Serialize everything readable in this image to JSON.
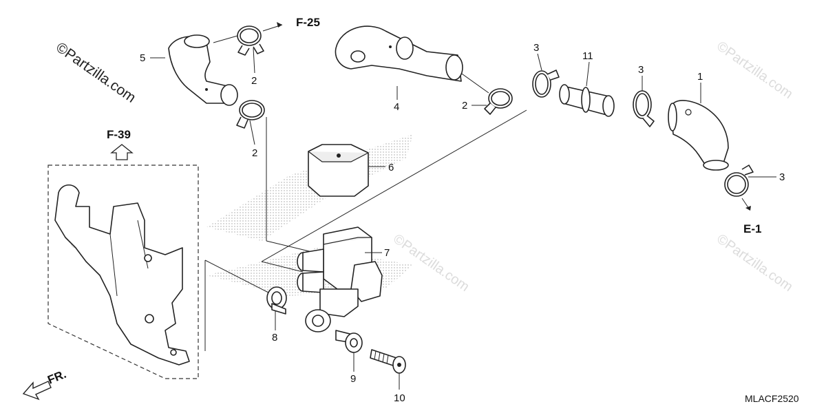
{
  "watermarks": {
    "main": "©Partzilla.com",
    "faint": "©Partzilla.com"
  },
  "refs": {
    "f25": "F-25",
    "f39": "F-39",
    "e1": "E-1",
    "fr": "FR."
  },
  "diagram_code": "MLACF2520",
  "callouts": [
    {
      "id": "clip-upper",
      "label": "2"
    },
    {
      "id": "clip-mid-left",
      "label": "2"
    },
    {
      "id": "clip-mid-right",
      "label": "2"
    },
    {
      "id": "band-left",
      "label": "3"
    },
    {
      "id": "band-mid",
      "label": "3"
    },
    {
      "id": "band-right",
      "label": "3"
    },
    {
      "id": "elbow-tube",
      "label": "1"
    },
    {
      "id": "hose-left",
      "label": "5"
    },
    {
      "id": "hose-right",
      "label": "4"
    },
    {
      "id": "joint-pipe",
      "label": "11"
    },
    {
      "id": "cover",
      "label": "6"
    },
    {
      "id": "solenoid-valve",
      "label": "7"
    },
    {
      "id": "grommet",
      "label": "8"
    },
    {
      "id": "collar",
      "label": "9"
    },
    {
      "id": "bolt",
      "label": "10"
    }
  ]
}
